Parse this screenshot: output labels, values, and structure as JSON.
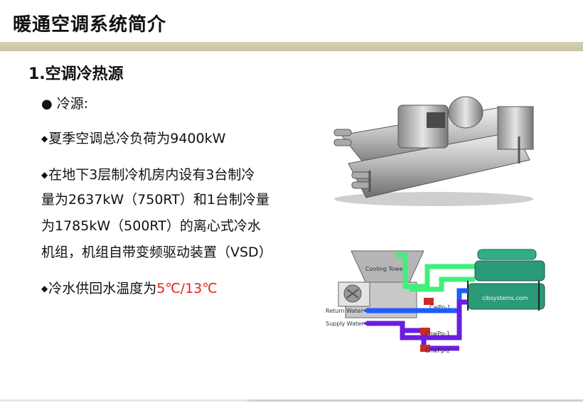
{
  "slide": {
    "title": "暖通空调系统简介",
    "section": "1.空调冷热源",
    "bullets": {
      "b1": "冷源:",
      "b2": "夏季空调总冷负荷为9400kW",
      "b3_l1": "在地下3层制冷机房内设有3台制冷",
      "b3_l2": "量为2637kW（750RT）和1台制冷量",
      "b3_l3": "为1785kW（500RT）的离心式冷水",
      "b3_l4": "机组，机组自带变频驱动装置（VSD）",
      "b4_prefix": "冷水供回水温度为",
      "b4_temp": "5℃/13℃"
    }
  },
  "schematic": {
    "cooling_tower": "Cooling Tower",
    "return_water": "Return Water",
    "supply_water": "Supply Water",
    "pump_cw": "CwPp-1",
    "pump_chw1": "ChwPp-1",
    "pump_chw2": "ChwPp-2",
    "watermark": "cibsystems.com"
  },
  "colors": {
    "title_band": "#d0caac",
    "highlight_red": "#e0201a",
    "pipe_green": "#3ff07a",
    "pipe_blue": "#1e5cff",
    "pipe_purple": "#6a1ee0",
    "chiller_teal": "#2a9a78"
  }
}
